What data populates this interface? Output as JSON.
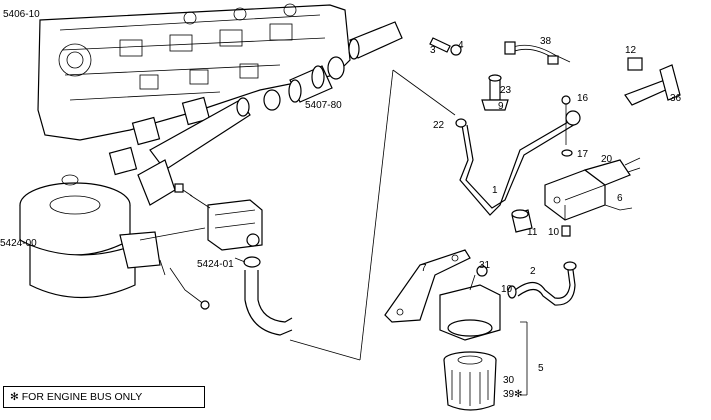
{
  "labels": {
    "head": "5406-10",
    "intake": "5407-80",
    "turbo": "5424-00",
    "pump": "5424-01",
    "p1": "1",
    "p2": "2",
    "p3": "3",
    "p4": "4",
    "p5": "5",
    "p6": "6",
    "p7": "7",
    "p9": "9",
    "p10a": "10",
    "p10b": "10",
    "p11": "11",
    "p12": "12",
    "p16": "16",
    "p17": "17",
    "p20": "20",
    "p22": "22",
    "p23": "23",
    "p30": "30",
    "p31": "31",
    "p36": "36",
    "p38": "38",
    "p39": "39✻"
  },
  "note": {
    "symbol": "✻",
    "text": "FOR ENGINE BUS ONLY"
  }
}
